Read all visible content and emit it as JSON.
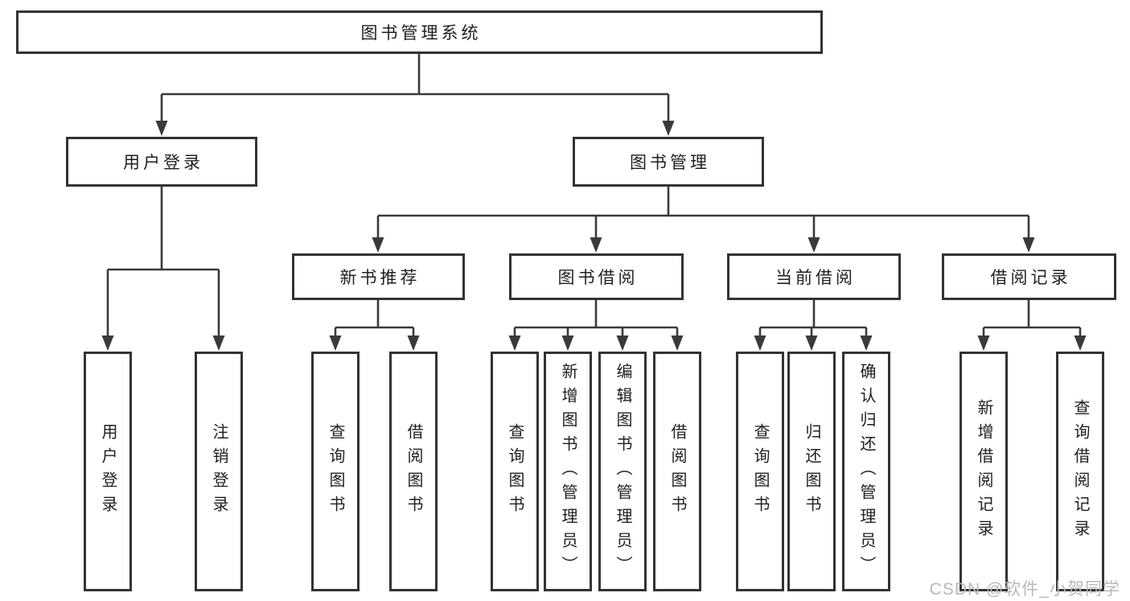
{
  "diagram": {
    "root": {
      "label": "图书管理系统"
    },
    "branches": [
      {
        "label": "用户登录"
      },
      {
        "label": "图书管理"
      }
    ],
    "modules": [
      {
        "label": "新书推荐"
      },
      {
        "label": "图书借阅"
      },
      {
        "label": "当前借阅"
      },
      {
        "label": "借阅记录"
      }
    ],
    "leaves": [
      {
        "label": "用户登录"
      },
      {
        "label": "注销登录"
      },
      {
        "label": "查询图书"
      },
      {
        "label": "借阅图书"
      },
      {
        "label": "查询图书"
      },
      {
        "label": "新增图书（管理员）"
      },
      {
        "label": "编辑图书（管理员）"
      },
      {
        "label": "借阅图书"
      },
      {
        "label": "查询图书"
      },
      {
        "label": "归还图书"
      },
      {
        "label": "确认归还（管理员）"
      },
      {
        "label": "新增借阅记录"
      },
      {
        "label": "查询借阅记录"
      }
    ]
  },
  "watermark": {
    "text": "CSDN @软件_小贺同学"
  },
  "colors": {
    "line": "#3a3a3a",
    "border": "#333333",
    "text": "#1f1f1f",
    "watermark": "#b9b9b9",
    "background": "#ffffff"
  }
}
